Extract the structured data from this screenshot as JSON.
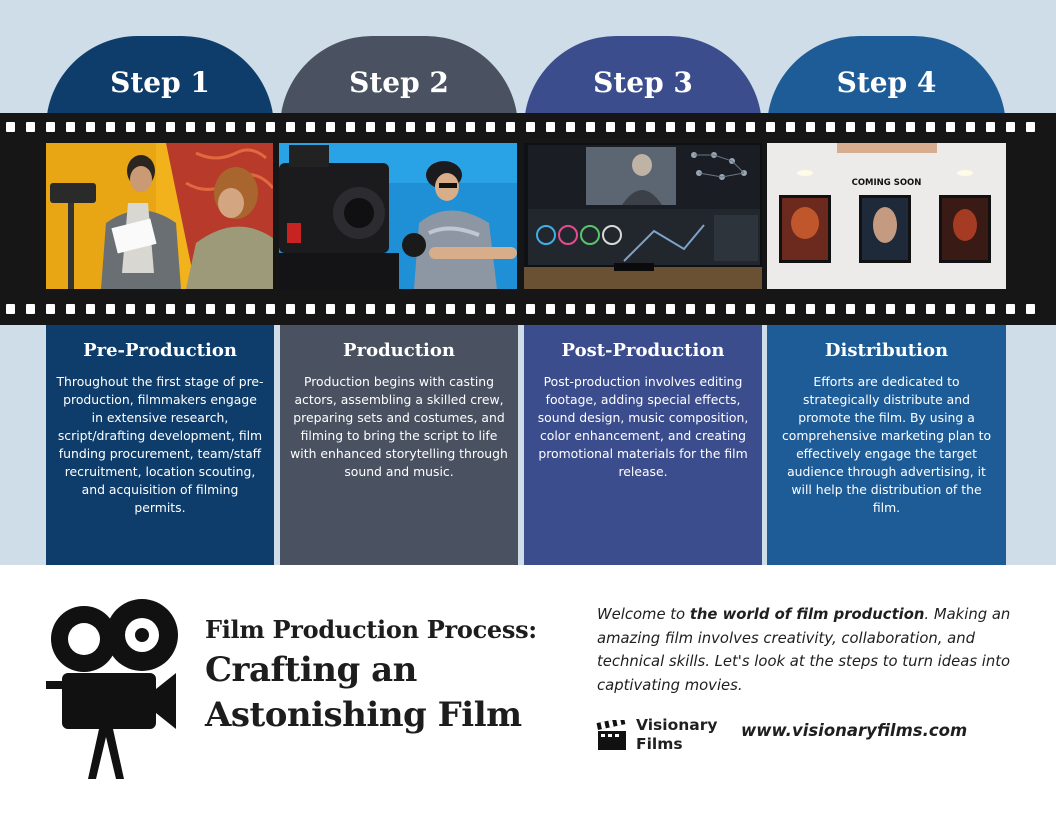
{
  "steps": [
    {
      "step_label": "Step 1",
      "title": "Pre-Production",
      "description": "Throughout the first stage of pre-production, filmmakers engage in extensive research, script/drafting development, film funding procurement, team/staff recruitment, location scouting, and acquisition of filming permits.",
      "image_alt": "Filmmakers reviewing a script beside a camera",
      "color": "#0f3d6b"
    },
    {
      "step_label": "Step 2",
      "title": "Production",
      "description": "Production begins with casting actors, assembling a skilled crew, preparing sets and costumes, and filming to bring the script to life with enhanced storytelling through sound and music.",
      "image_alt": "Cinema camera filming an actor on a blue set",
      "color": "#4a5160"
    },
    {
      "step_label": "Step 3",
      "title": "Post-Production",
      "description": "Post-production involves editing footage, adding special effects, sound design, music composition, color enhancement, and creating promotional materials for the film release.",
      "image_alt": "Color grading software on an editing monitor",
      "color": "#3c4d8e"
    },
    {
      "step_label": "Step 4",
      "title": "Distribution",
      "description": "Efforts are dedicated to strategically distribute and promote the film. By using a comprehensive marketing plan to effectively engage the target audience through advertising, it will help the distribution of the film.",
      "image_alt": "Framed movie posters under a Coming Soon sign",
      "image_text": "COMING SOON",
      "color": "#1e5c98"
    }
  ],
  "colors": {
    "background_top": "#cfdde9",
    "film_strip": "#161616",
    "text_dark": "#1d1d1d"
  },
  "footer": {
    "icon": "movie-camera-icon",
    "title_sub": "Film Production Process:",
    "title_line1": "Crafting an",
    "title_line2": "Astonishing Film",
    "intro_prefix": "Welcome to ",
    "intro_bold": "the world of film production",
    "intro_suffix": ". Making an amazing film involves creativity, collaboration, and technical skills. Let's look at the steps to turn ideas into captivating movies.",
    "brand_logo": "clapperboard-icon",
    "brand_name": "Visionary Films",
    "website": "www.visionaryfilms.com"
  }
}
